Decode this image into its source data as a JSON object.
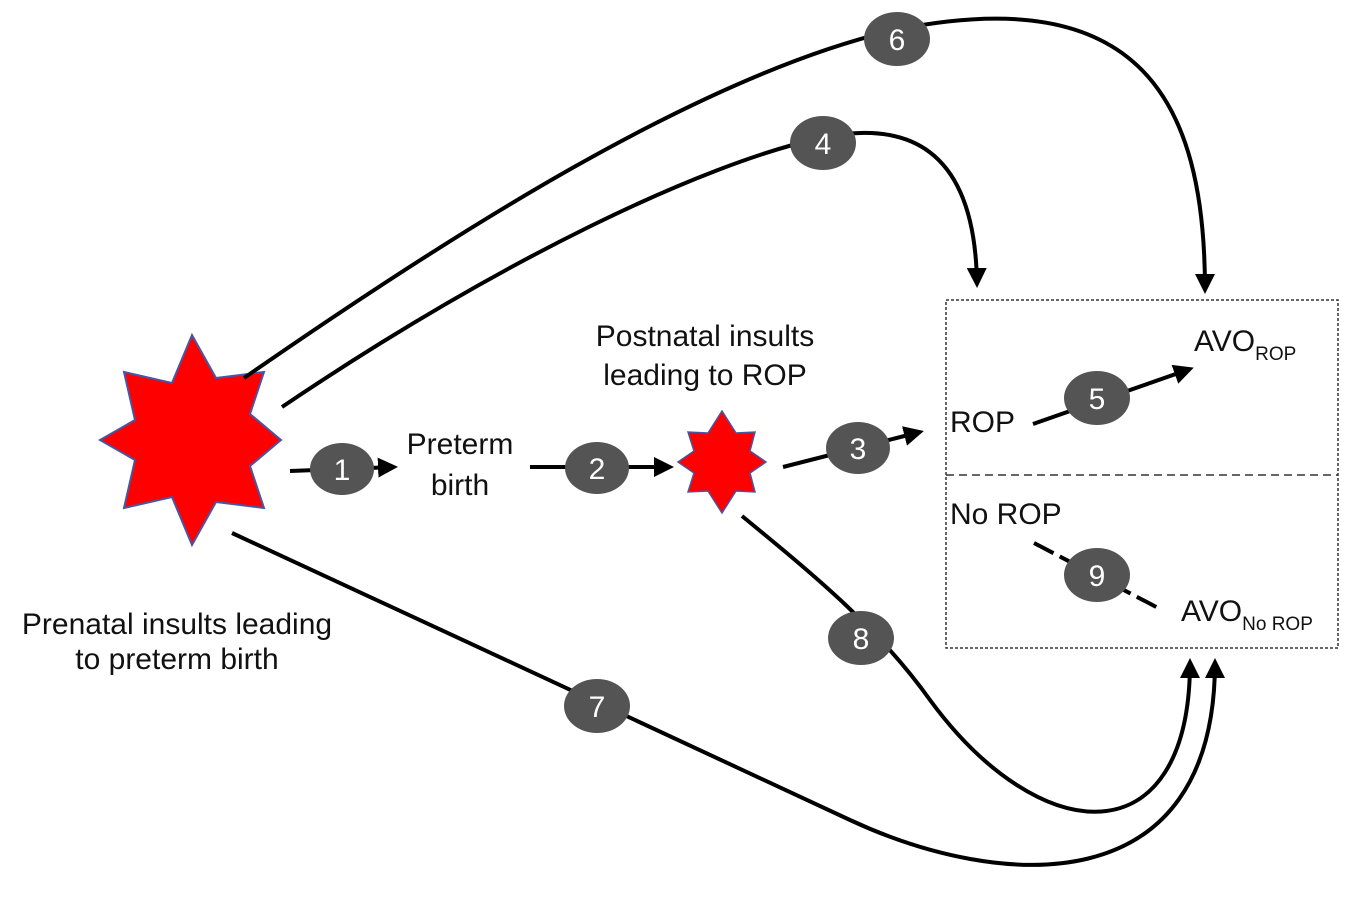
{
  "labels": {
    "prenatal_line1": "Prenatal insults leading",
    "prenatal_line2": "to preterm birth",
    "preterm_line1": "Preterm",
    "preterm_line2": "birth",
    "postnatal_line1": "Postnatal insults",
    "postnatal_line2": "leading to ROP",
    "rop": "ROP",
    "no_rop": "No ROP",
    "avo_rop_main": "AVO",
    "avo_rop_sub": "ROP",
    "avo_norop_main": "AVO",
    "avo_norop_sub": "No ROP"
  },
  "paths": [
    {
      "id": "path-1",
      "number": "1"
    },
    {
      "id": "path-2",
      "number": "2"
    },
    {
      "id": "path-3",
      "number": "3"
    },
    {
      "id": "path-4",
      "number": "4"
    },
    {
      "id": "path-5",
      "number": "5"
    },
    {
      "id": "path-6",
      "number": "6"
    },
    {
      "id": "path-7",
      "number": "7"
    },
    {
      "id": "path-8",
      "number": "8"
    },
    {
      "id": "path-9",
      "number": "9"
    }
  ],
  "colors": {
    "insult_fill": "#ff0000",
    "insult_stroke": "#4a55a2",
    "badge_fill": "#545454",
    "badge_text": "#ffffff",
    "arrow": "#000000"
  },
  "icons": {
    "prenatal_insult": "red-starburst-icon",
    "postnatal_insult": "red-starburst-icon"
  }
}
